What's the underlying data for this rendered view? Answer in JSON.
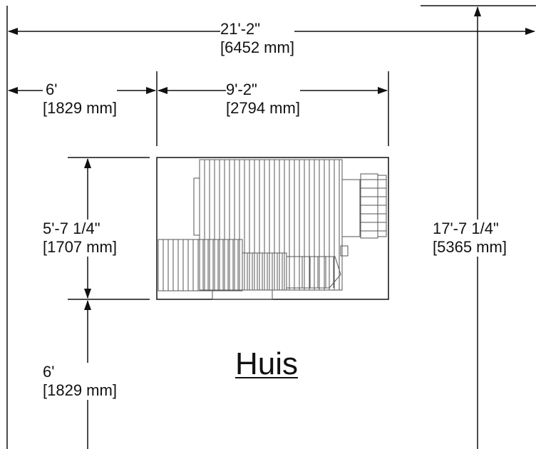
{
  "overall_width": {
    "imperial": "21'-2\"",
    "metric": "[6452 mm]"
  },
  "left_clearance": {
    "imperial": "6'",
    "metric": "[1829 mm]"
  },
  "unit_width": {
    "imperial": "9'-2\"",
    "metric": "[2794 mm]"
  },
  "unit_depth": {
    "imperial": "5'-7 1/4\"",
    "metric": "[1707 mm]"
  },
  "front_clearance": {
    "imperial": "6'",
    "metric": "[1829 mm]"
  },
  "overall_depth": {
    "imperial": "17'-7 1/4\"",
    "metric": "[5365 mm]"
  },
  "area_label": "Huis",
  "colors": {
    "line": "#111111",
    "equipment": "#555555",
    "background": "#ffffff"
  }
}
